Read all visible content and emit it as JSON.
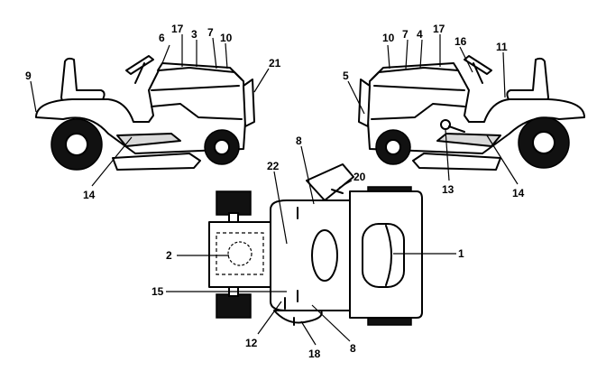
{
  "labels": {
    "l1": "1",
    "l2": "2",
    "l3": "3",
    "l4": "4",
    "l5": "5",
    "l6": "6",
    "l7a": "7",
    "l7b": "7",
    "l8a": "8",
    "l8b": "8",
    "l9": "9",
    "l10a": "10",
    "l10b": "10",
    "l11": "11",
    "l12": "12",
    "l13": "13",
    "l14a": "14",
    "l14b": "14",
    "l15": "15",
    "l16": "16",
    "l17a": "17",
    "l17b": "17",
    "l18": "18",
    "l20": "20",
    "l21": "21",
    "l22": "22"
  }
}
